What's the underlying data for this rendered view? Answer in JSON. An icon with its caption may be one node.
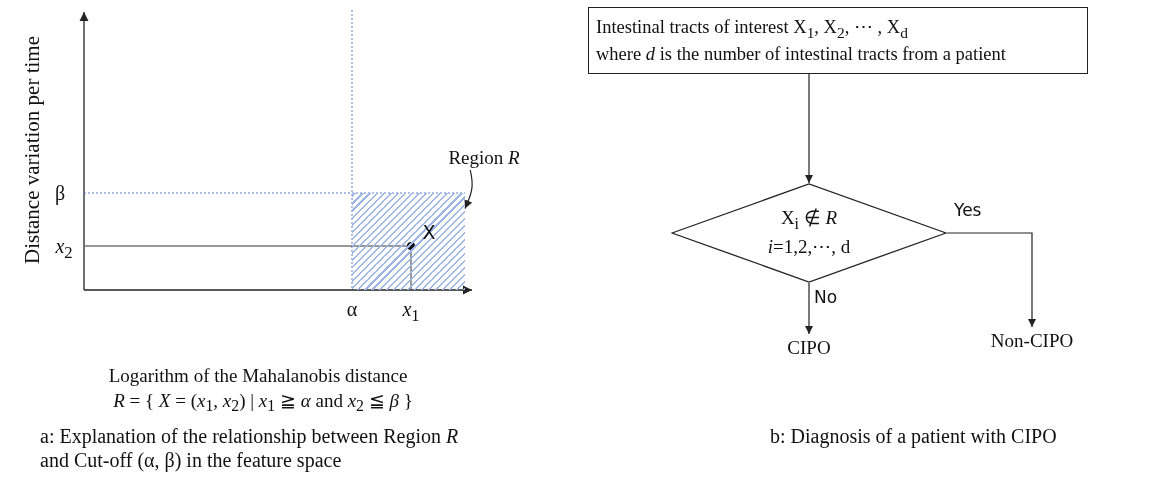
{
  "diagram": {
    "nodes": [
      {
        "text": [
          "Region *R*"
        ]
      },
      {
        "text": [],
        "shape": "box"
      },
      {
        "text": [
          "Intestinal tracts of interest X$_{1}$, X$_{2}$, ⋯ , X$_{d}$",
          "where *d* is the number of intestinal tracts from a patient"
        ]
      },
      {
        "text": [
          "X$_{i}$ ∉ *R*",
          "*i*=1,2,⋯, d"
        ]
      },
      {
        "text": [
          "CIPO"
        ]
      },
      {
        "text": [
          "Non-CIPO"
        ]
      }
    ],
    "edges": [
      {
        "from": 0,
        "to": 1,
        "arrow": "to"
      },
      {
        "from": 2,
        "to": 3,
        "arrow": "to"
      },
      {
        "from": 3,
        "to": 4,
        "arrow": "to",
        "label": "No"
      },
      {
        "from": 3,
        "to": 5,
        "arrow": "to",
        "label": "Yes"
      }
    ],
    "labels": [
      "Distance variation per time",
      "β",
      "*x*$_{2}$",
      "α",
      "*x*$_{1}$",
      "X",
      "Logarithm of the Mahalanobis distance",
      "*R* = { *X* = (*x*$_{1}$, *x*$_{2}$) | *x*$_{1}$ ≧ *α* and *x*$_{2}$ ≦ *β* }",
      "a: Explanation of the relationship between Region *R* and Cut-off (α, β) in the feature space",
      "b: Diagnosis of a patient with CIPO"
    ]
  }
}
